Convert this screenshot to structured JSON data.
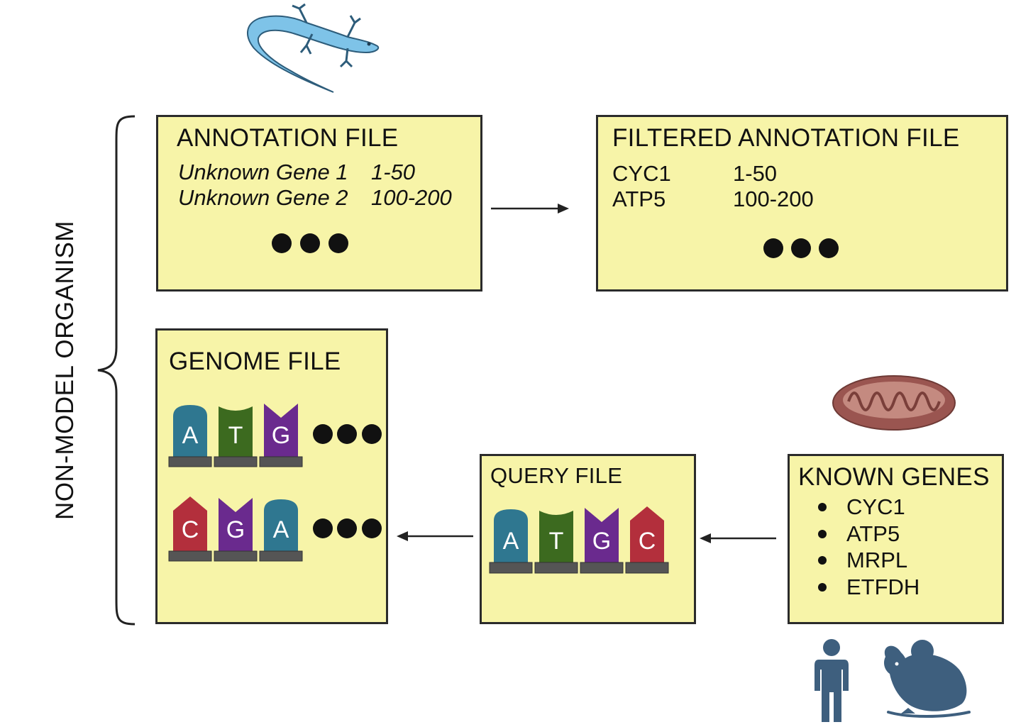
{
  "side_label": "NON-MODEL ORGANISM",
  "annotation": {
    "title": "ANNOTATION FILE",
    "rows": [
      {
        "name": "Unknown Gene 1",
        "range": "1-50"
      },
      {
        "name": "Unknown Gene 2",
        "range": "100-200"
      }
    ]
  },
  "filtered": {
    "title": "FILTERED ANNOTATION FILE",
    "rows": [
      {
        "name": "CYC1",
        "range": "1-50"
      },
      {
        "name": "ATP5",
        "range": "100-200"
      }
    ]
  },
  "genome": {
    "title": "GENOME FILE",
    "row1": [
      "A",
      "T",
      "G"
    ],
    "row2": [
      "C",
      "G",
      "A"
    ]
  },
  "query": {
    "title": "QUERY FILE",
    "bases": [
      "A",
      "T",
      "G",
      "C"
    ]
  },
  "known": {
    "title": "KNOWN GENES",
    "genes": [
      "CYC1",
      "ATP5",
      "MRPL",
      "ETFDH"
    ]
  },
  "icons": [
    "lizard-icon",
    "mitochondrion-icon",
    "human-icon",
    "mouse-icon"
  ],
  "colors": {
    "box_fill": "#f7f4a8",
    "base_A": "#2f7790",
    "base_T": "#3c6a1f",
    "base_G": "#6a2a8e",
    "base_C": "#b32f3c",
    "lizard": "#7ec3e8",
    "mito": "#9a5550",
    "silhouette": "#3e5f7e"
  }
}
